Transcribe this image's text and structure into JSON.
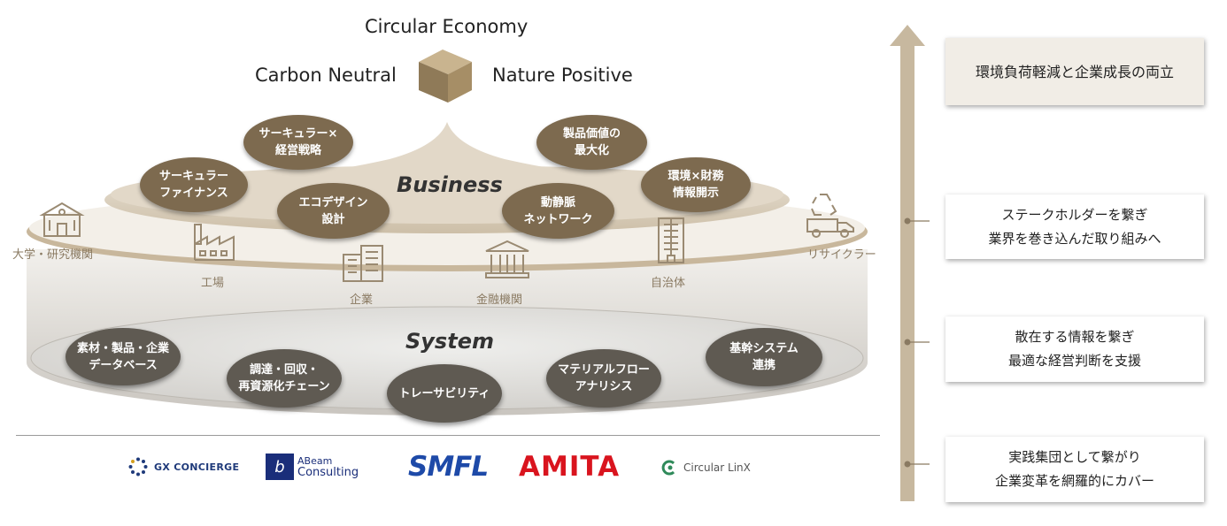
{
  "header": {
    "top_title": "Circular Economy",
    "left_title": "Carbon Neutral",
    "right_title": "Nature Positive"
  },
  "business": {
    "title": "Business",
    "pills": [
      {
        "label": "サーキュラー×\n経営戦略"
      },
      {
        "label": "サーキュラー\nファイナンス"
      },
      {
        "label": "エコデザイン\n設計"
      },
      {
        "label": "製品価値の\n最大化"
      },
      {
        "label": "動静脈\nネットワーク"
      },
      {
        "label": "環境×財務\n情報開示"
      }
    ]
  },
  "stakeholders": [
    {
      "label": "大学・研究機関",
      "icon": "university-icon"
    },
    {
      "label": "工場",
      "icon": "factory-icon"
    },
    {
      "label": "企業",
      "icon": "office-building-icon"
    },
    {
      "label": "金融機関",
      "icon": "bank-icon"
    },
    {
      "label": "自治体",
      "icon": "city-hall-icon"
    },
    {
      "label": "リサイクラー",
      "icon": "recycle-truck-icon"
    }
  ],
  "system": {
    "title": "System",
    "pills": [
      {
        "label": "素材・製品・企業\nデータベース"
      },
      {
        "label": "調達・回収・\n再資源化チェーン"
      },
      {
        "label": "トレーサビリティ"
      },
      {
        "label": "マテリアルフロー\nアナリシス"
      },
      {
        "label": "基幹システム\n連携"
      }
    ]
  },
  "logos": [
    {
      "name": "GX CONCIERGE",
      "color": "#1f3a7a"
    },
    {
      "name_line1": "ABeam",
      "name_line2": "Consulting",
      "color": "#1a2e7a"
    },
    {
      "name": "SMFL",
      "color": "#1e4aa8"
    },
    {
      "name": "AMITA",
      "color": "#d9141e"
    },
    {
      "name": "Circular LinX",
      "color": "#2f8a5a"
    }
  ],
  "right_panel": {
    "top_goal": "環境負荷軽減と企業成長の両立",
    "steps": [
      {
        "label": "ステークホルダーを繋ぎ\n業界を巻き込んだ取り組みへ"
      },
      {
        "label": "散在する情報を繋ぎ\n最適な経営判断を支援"
      },
      {
        "label": "実践集団として繋がり\n企業変革を網羅的にカバー"
      }
    ]
  },
  "colors": {
    "accent_brown": "#7d6a4f",
    "tan": "#c7b89f",
    "dark_gray": "#5f5a52"
  }
}
